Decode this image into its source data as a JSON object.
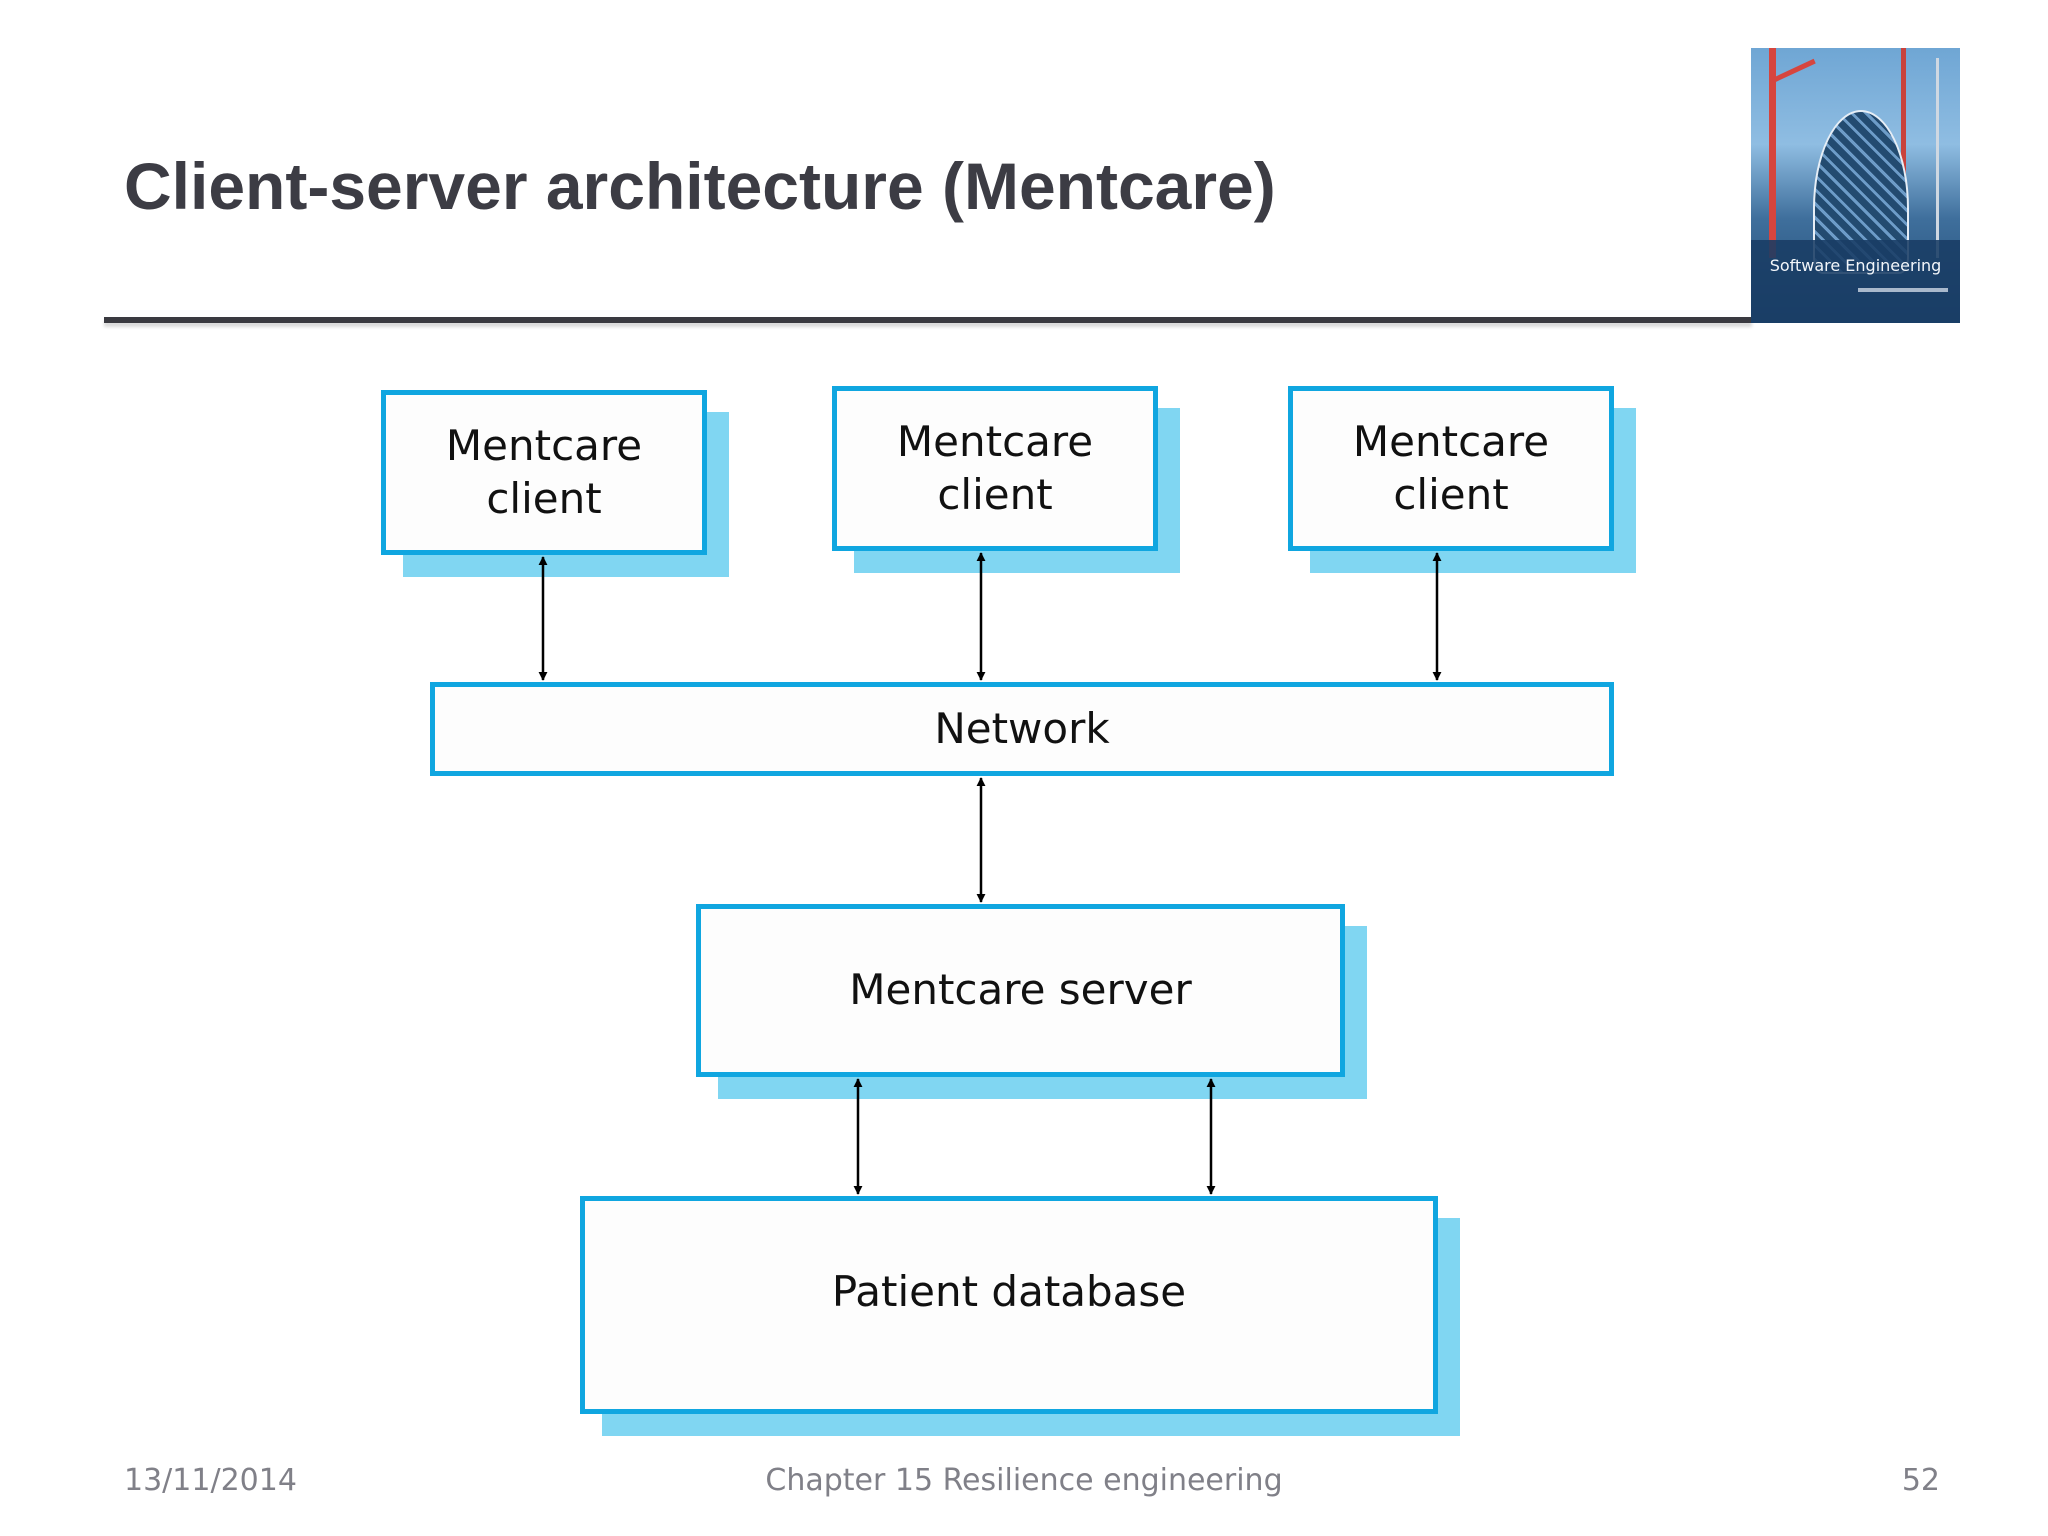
{
  "slide": {
    "title": "Client-server architecture (Mentcare)"
  },
  "cover": {
    "text": "Software Engineering"
  },
  "diagram": {
    "clients": [
      {
        "line1": "Mentcare",
        "line2": "client"
      },
      {
        "line1": "Mentcare",
        "line2": "client"
      },
      {
        "line1": "Mentcare",
        "line2": "client"
      }
    ],
    "network": "Network",
    "server": "Mentcare server",
    "database": "Patient database"
  },
  "footer": {
    "date": "13/11/2014",
    "chapter": "Chapter 15 Resilience engineering",
    "page": "52"
  },
  "colors": {
    "box_border": "#10a6e0",
    "box_shadow": "#80d6f2",
    "title": "#3c3c44",
    "footer": "#808088"
  }
}
